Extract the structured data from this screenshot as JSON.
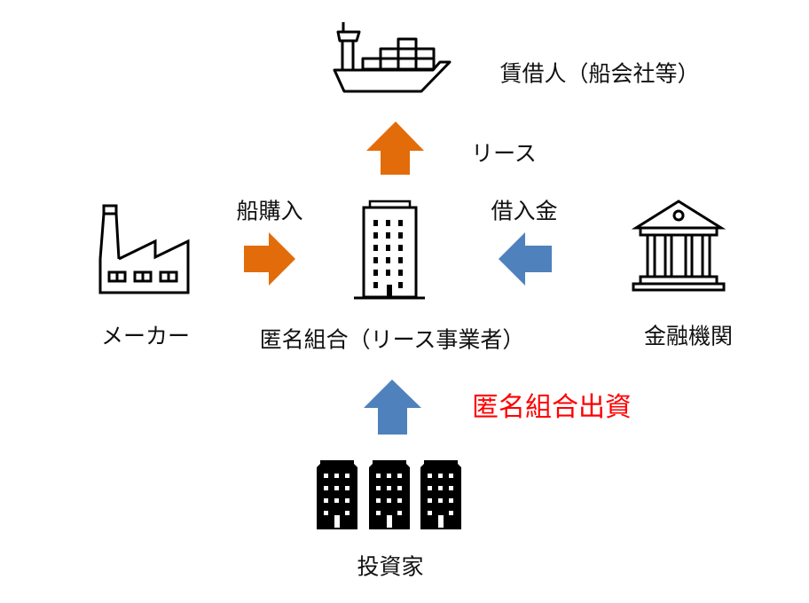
{
  "nodes": {
    "lessee": {
      "label": "賃借人（船会社等）",
      "icon": "ship-icon"
    },
    "maker": {
      "label": "メーカー",
      "icon": "factory-icon"
    },
    "partnership": {
      "label": "匿名組合（リース事業者）",
      "icon": "office-building-icon"
    },
    "bank": {
      "label": "金融機関",
      "icon": "bank-icon"
    },
    "investor": {
      "label": "投資家",
      "icon": "buildings-icon"
    }
  },
  "flows": {
    "lease": {
      "label": "リース",
      "color": "#e36c0a"
    },
    "purchase": {
      "label": "船購入",
      "color": "#e36c0a"
    },
    "loan": {
      "label": "借入金",
      "color": "#4f81bd"
    },
    "investment": {
      "label": "匿名組合出資",
      "color": "#4f81bd",
      "label_color": "#ff0000"
    }
  }
}
